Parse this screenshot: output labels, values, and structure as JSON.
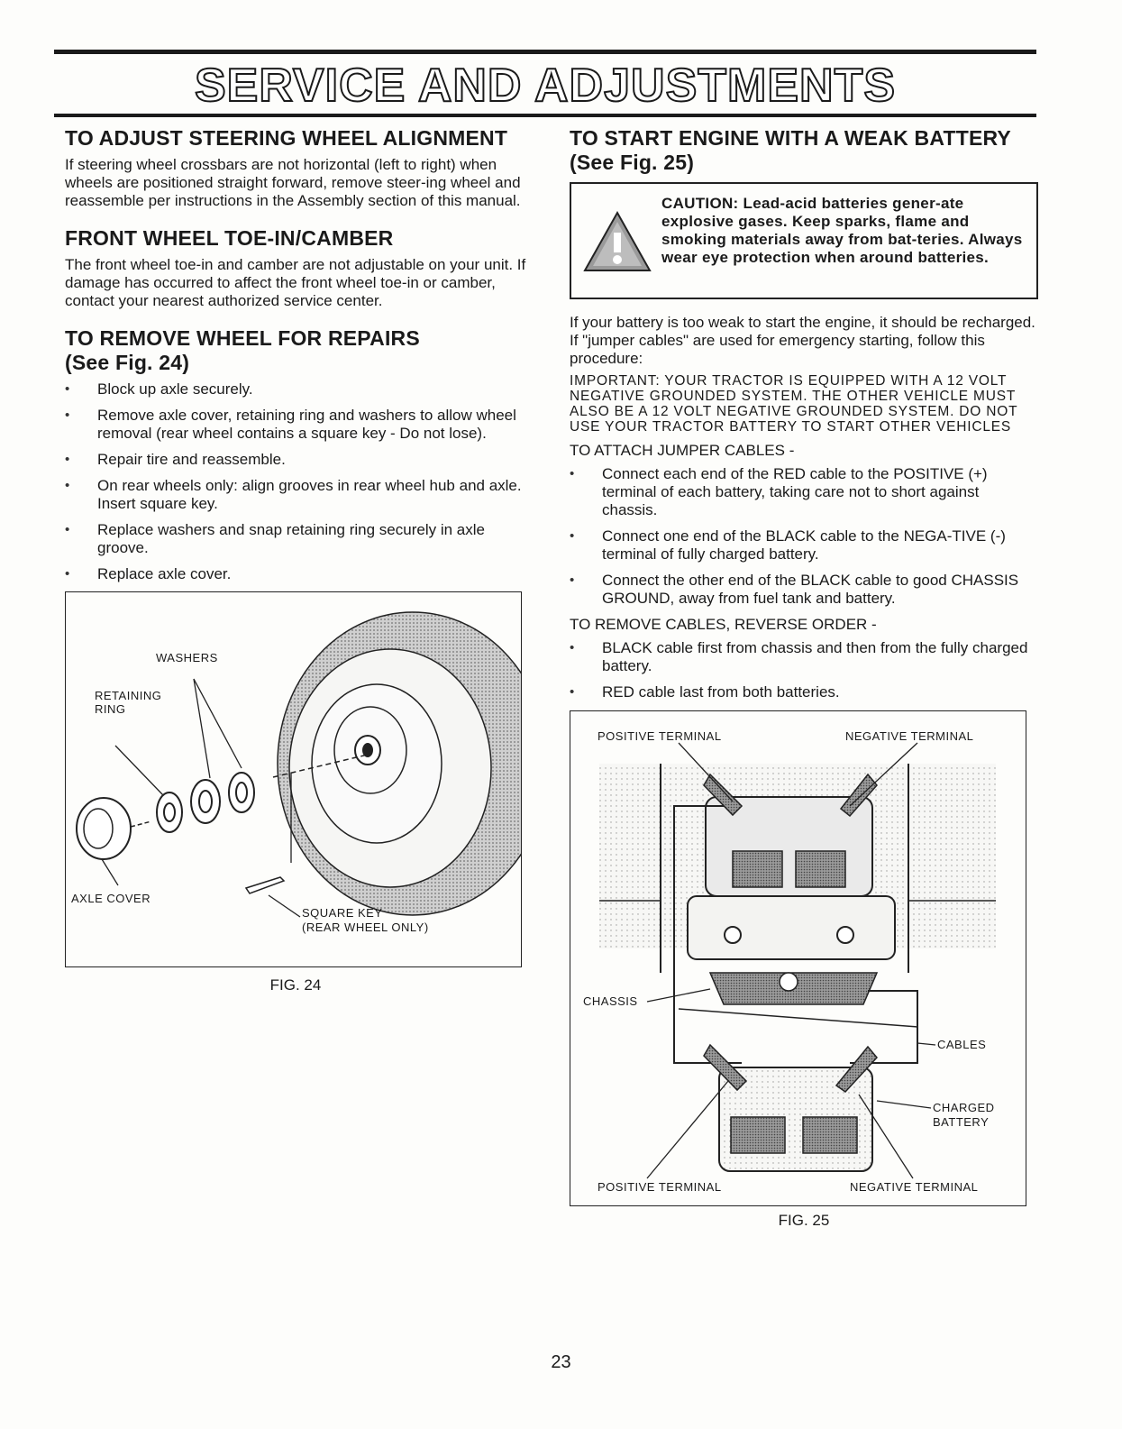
{
  "page_title": "SERVICE AND ADJUSTMENTS",
  "page_number": "23",
  "left": {
    "steering": {
      "heading": "TO ADJUST STEERING WHEEL ALIGNMENT",
      "body": "If steering wheel crossbars are not horizontal (left to right) when wheels are positioned straight forward, remove steer-ing wheel and reassemble per instructions in the Assembly section of this manual."
    },
    "toe": {
      "heading": "FRONT WHEEL TOE-IN/CAMBER",
      "body": "The front wheel toe-in and camber are not adjustable on your unit. If damage has occurred to affect the front wheel toe-in or camber, contact your nearest authorized service center."
    },
    "remove_wheel": {
      "heading": "TO REMOVE WHEEL FOR REPAIRS",
      "subheading": "(See Fig. 24)",
      "bullets": [
        "Block up axle securely.",
        "Remove axle cover, retaining ring and washers to allow wheel removal (rear wheel contains a square key - Do not lose).",
        "Repair tire and reassemble.",
        "On rear wheels only: align grooves in rear wheel hub and axle. Insert square key.",
        "Replace washers and snap retaining ring securely in axle groove.",
        "Replace axle cover."
      ]
    },
    "fig24": {
      "labels": {
        "washers": "WASHERS",
        "retaining_1": "RETAINING",
        "retaining_2": "RING",
        "axle_cover": "AXLE COVER",
        "square_key_1": "SQUARE KEY",
        "square_key_2": "(REAR WHEEL ONLY)"
      },
      "caption": "FIG. 24"
    }
  },
  "right": {
    "heading": "TO START ENGINE WITH A WEAK BATTERY",
    "subheading": "(See Fig. 25)",
    "caution": "CAUTION: Lead-acid batteries gener-ate explosive gases. Keep sparks, flame and smoking materials away from bat-teries. Always wear eye protection when around batteries.",
    "intro": "If your battery is too weak to start the engine, it should be recharged. If \"jumper cables\" are used for emergency starting, follow this procedure:",
    "important": "IMPORTANT: YOUR TRACTOR IS EQUIPPED WITH A 12 VOLT NEGATIVE GROUNDED SYSTEM. THE OTHER VEHICLE MUST ALSO BE A 12 VOLT NEGATIVE GROUNDED SYSTEM. DO NOT USE YOUR TRACTOR BATTERY TO START OTHER VEHICLES",
    "attach_heading": "TO ATTACH JUMPER CABLES -",
    "attach_bullets": [
      "Connect each end of the RED cable to the POSITIVE (+) terminal of each battery, taking care not to short against chassis.",
      "Connect one end of the BLACK cable to the NEGA-TIVE (-) terminal of fully charged battery.",
      "Connect the other end of the BLACK cable to good CHASSIS GROUND, away from fuel tank and battery."
    ],
    "remove_heading": "TO REMOVE CABLES, REVERSE ORDER -",
    "remove_bullets": [
      "BLACK cable first from chassis and then from the fully charged battery.",
      "RED cable last from both batteries."
    ],
    "fig25": {
      "labels": {
        "pos_top": "POSITIVE TERMINAL",
        "neg_top": "NEGATIVE TERMINAL",
        "chassis": "CHASSIS",
        "cables": "CABLES",
        "charged_1": "CHARGED",
        "charged_2": "BATTERY",
        "pos_bottom": "POSITIVE TERMINAL",
        "neg_bottom": "NEGATIVE TERMINAL"
      },
      "caption": "FIG. 25"
    }
  }
}
